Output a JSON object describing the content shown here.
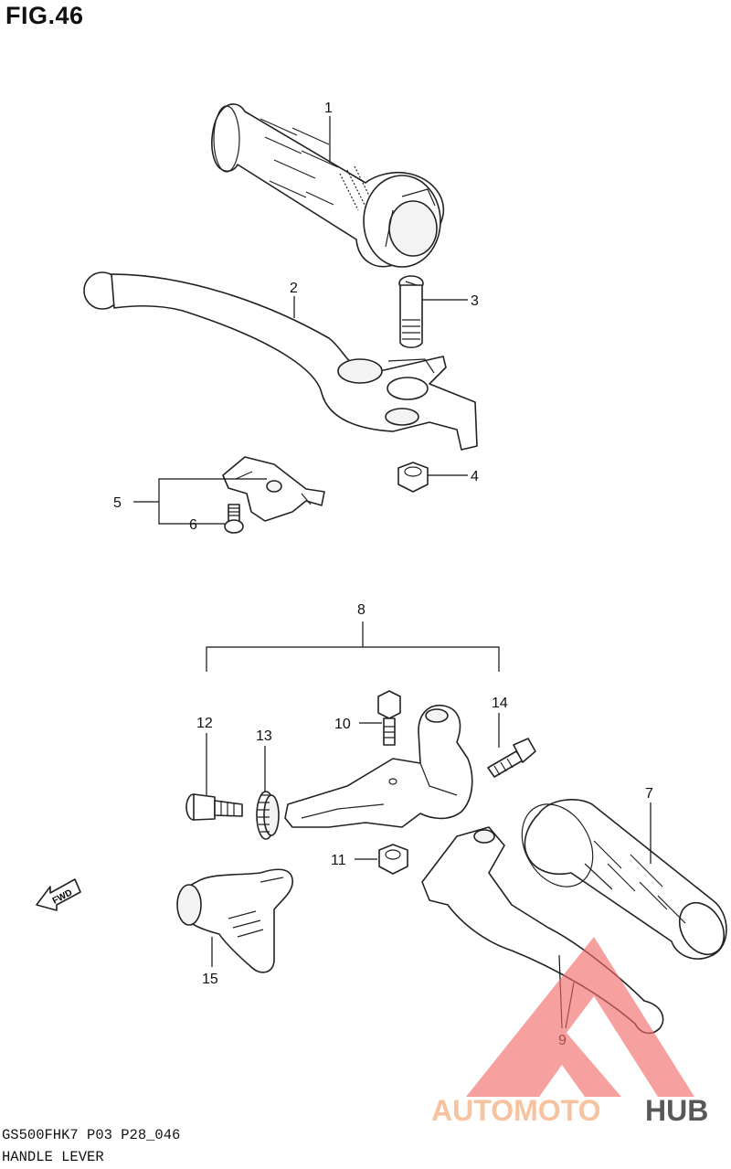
{
  "figure": {
    "title": "FIG.46"
  },
  "callouts": [
    "1",
    "2",
    "3",
    "4",
    "5",
    "6",
    "7",
    "8",
    "9",
    "10",
    "11",
    "12",
    "13",
    "14",
    "15"
  ],
  "fwd_label": "FWD",
  "footer": {
    "code": "GS500FHK7 P03 P28_046",
    "name": "HANDLE LEVER"
  },
  "watermark": {
    "part1": "AUTOMOTO",
    "part2": "HUB",
    "colors": {
      "triangle": "#f36b6b",
      "auto": "#f6b88f",
      "hub": "#3b3b3b"
    }
  }
}
